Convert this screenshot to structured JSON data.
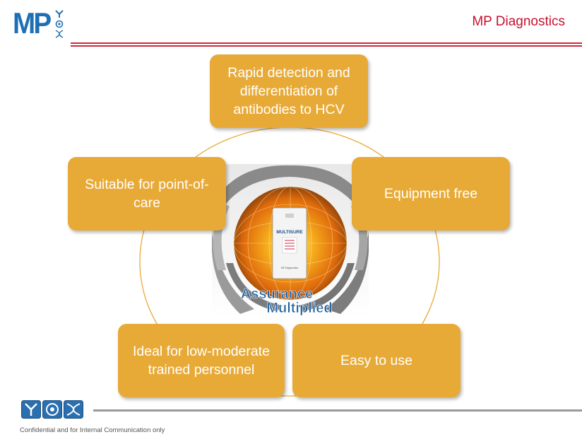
{
  "header": {
    "logo_text": "MP",
    "company_name": "MP Diagnostics"
  },
  "features": {
    "top": "Rapid detection and differentiation of antibodies to HCV",
    "right": "Equipment free",
    "left": "Suitable for point-of-care",
    "bottom_left": "Ideal for low-moderate trained personnel",
    "bottom_right": "Easy to use"
  },
  "center_image": {
    "device_label": "MULTISURE",
    "device_brand": "MP Diagnostics",
    "tagline_line1": "Assurance",
    "tagline_line2": "Multiplied"
  },
  "footer": {
    "confidential": "Confidential and for Internal Communication only"
  },
  "colors": {
    "brand_blue": "#1f6fb5",
    "accent_red": "#c8102e",
    "box_orange": "#e8aa37"
  },
  "icons": [
    "antibody-icon",
    "virus-icon",
    "dna-icon"
  ]
}
